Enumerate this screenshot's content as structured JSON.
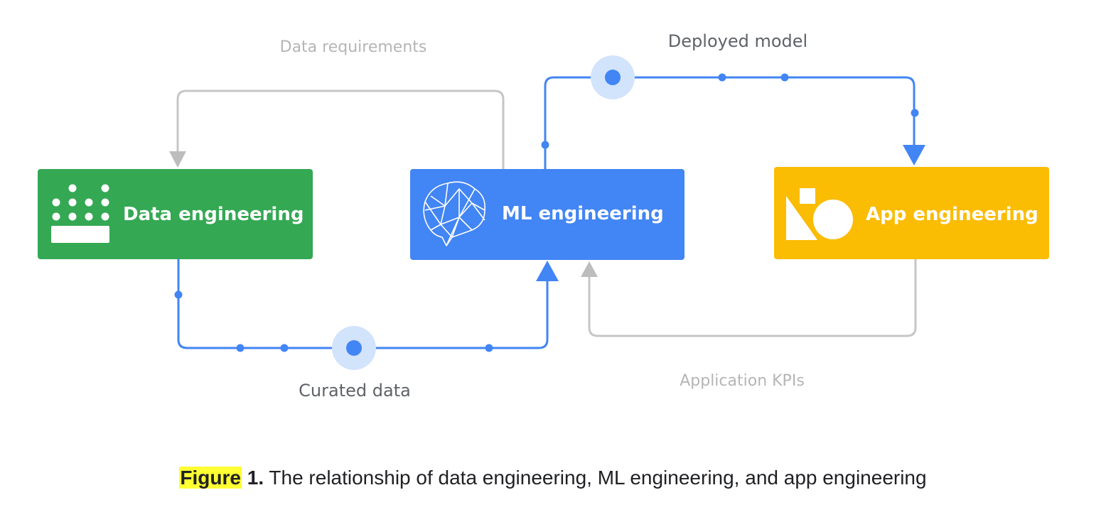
{
  "diagram": {
    "boxes": {
      "data_engineering": {
        "label": "Data engineering",
        "color": "#34a853",
        "icon": "dots-keyboard-icon"
      },
      "ml_engineering": {
        "label": "ML engineering",
        "color": "#4285f4",
        "icon": "brain-network-icon"
      },
      "app_engineering": {
        "label": "App engineering",
        "color": "#fbbc04",
        "icon": "shapes-icon"
      }
    },
    "flows": {
      "data_requirements": {
        "label": "Data requirements",
        "color": "#bdbdbd"
      },
      "deployed_model": {
        "label": "Deployed model",
        "color": "#4285f4"
      },
      "curated_data": {
        "label": "Curated data",
        "color": "#4285f4"
      },
      "application_kpis": {
        "label": "Application KPIs",
        "color": "#bdbdbd"
      }
    }
  },
  "caption": {
    "figure_word": "Figure",
    "number": "1.",
    "text": "The relationship of data engineering, ML engineering, and app engineering",
    "highlight_color": "#ffff33"
  }
}
